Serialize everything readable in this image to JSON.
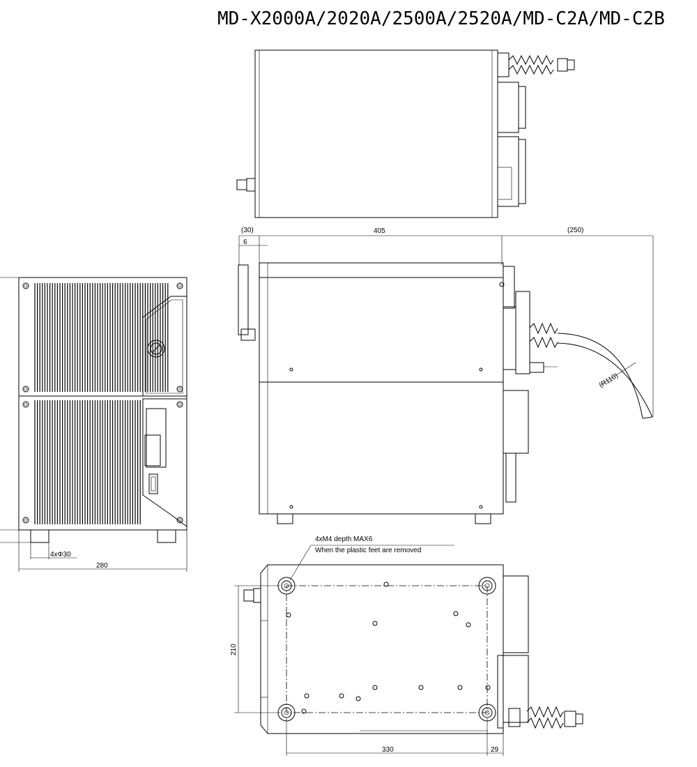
{
  "title": "MD-X2000A/2020A/2500A/2520A/MD-C2A/MD-C2B",
  "dimensions": {
    "front_width": "280",
    "foot_diameter": "4xΦ30",
    "side_offset": "(30)",
    "side_length": "405",
    "cable_length": "(250)",
    "handle_offset": "6",
    "bend_radius": "(R110)",
    "bottom_depth": "210",
    "bottom_length": "330",
    "bottom_edge": "29"
  },
  "notes": {
    "hole_spec": "4xM4 depth MAX6",
    "hole_condition": "When the plastic feet are removed"
  }
}
